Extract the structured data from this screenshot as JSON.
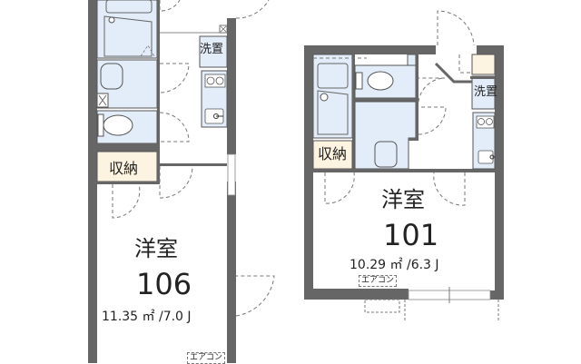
{
  "colors": {
    "wall": "#666666",
    "wet_area": "#e3ecf9",
    "storage": "#fdf3e1",
    "fixture_stroke": "#555555",
    "door_dash": "#777777",
    "text": "#222222"
  },
  "units": [
    {
      "id": "106",
      "room_type": "洋室",
      "room_number": "106",
      "area": "11.35 ㎡ /7.0 J",
      "storage_label": "収納",
      "washer_label": "洗置",
      "aircon_label": "エアコン"
    },
    {
      "id": "101",
      "room_type": "洋室",
      "room_number": "101",
      "area": "10.29 ㎡ /6.3 J",
      "storage_label": "収納",
      "washer_label": "洗置",
      "aircon_label": "エアコン"
    }
  ]
}
